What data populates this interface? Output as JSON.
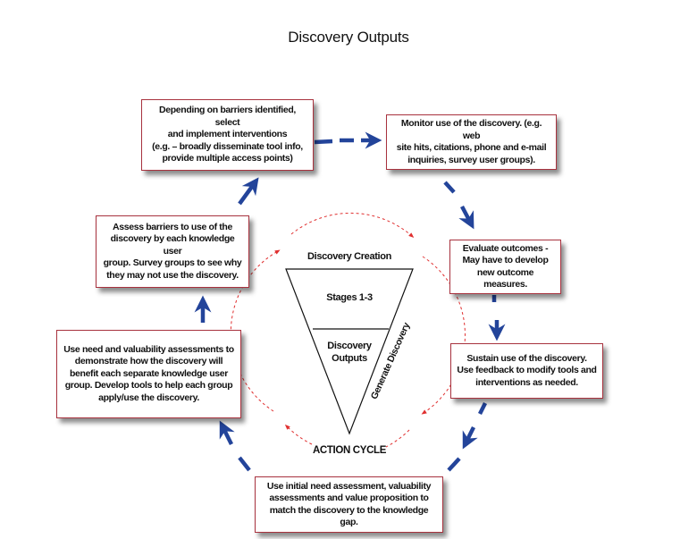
{
  "title": "Discovery Outputs",
  "colors": {
    "box_border": "#a8323e",
    "cycle_arrow": "#23449a",
    "inner_circle": "#e03030",
    "text": "#111111"
  },
  "boxes": [
    {
      "id": "implement",
      "lines": [
        "Depending on barriers identified, select",
        "and implement interventions",
        "(e.g. – broadly disseminate tool info,",
        "provide multiple access points)"
      ]
    },
    {
      "id": "monitor",
      "lines": [
        "Monitor use of the discovery. (e.g. web",
        "site hits, citations, phone and e-mail",
        "inquiries, survey user groups)."
      ]
    },
    {
      "id": "evaluate",
      "lines": [
        "Evaluate outcomes -",
        "May have to develop",
        "new outcome measures."
      ]
    },
    {
      "id": "sustain",
      "lines": [
        "Sustain use of the discovery.",
        "Use feedback to modify tools and",
        "interventions as needed."
      ]
    },
    {
      "id": "match",
      "lines": [
        "Use initial need assessment, valuability",
        "assessments and value proposition to",
        "match the discovery to the knowledge gap."
      ]
    },
    {
      "id": "demonstrate",
      "lines": [
        "Use need and valuability assessments to",
        "demonstrate how the discovery will",
        "benefit each separate knowledge user",
        "group. Develop tools to help each group",
        "apply/use the discovery."
      ]
    },
    {
      "id": "assess",
      "lines": [
        "Assess barriers to use of the",
        "discovery by each knowledge user",
        "group. Survey groups to see why",
        "they may not use the discovery."
      ]
    }
  ],
  "funnel": {
    "top_label": "Discovery Creation",
    "upper_section": "Stages 1-3",
    "lower_section_lines": [
      "Discovery",
      "Outputs"
    ],
    "side_label": "Generate Discovery",
    "bottom_label": "ACTION CYCLE"
  }
}
